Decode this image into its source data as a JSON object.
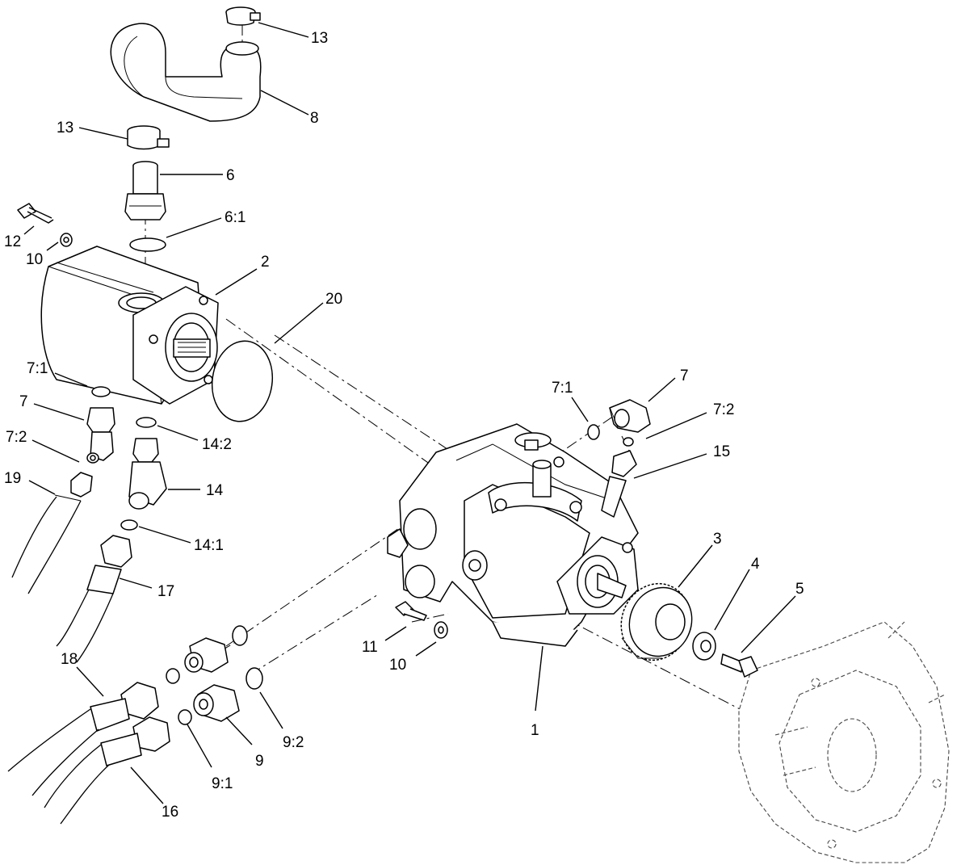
{
  "callouts": {
    "c13_top": "13",
    "c8": "8",
    "c13": "13",
    "c6": "6",
    "c6_1": "6:1",
    "c12": "12",
    "c10_left": "10",
    "c2": "2",
    "c20": "20",
    "c7_1_left": "7:1",
    "c7_left": "7",
    "c7_2_left": "7:2",
    "c19": "19",
    "c14_2": "14:2",
    "c14": "14",
    "c14_1": "14:1",
    "c17": "17",
    "c7_1_right": "7:1",
    "c7_right": "7",
    "c7_2_right": "7:2",
    "c15": "15",
    "c3": "3",
    "c4": "4",
    "c5": "5",
    "c11": "11",
    "c10_mid": "10",
    "c1": "1",
    "c18": "18",
    "c9_2": "9:2",
    "c9": "9",
    "c9_1": "9:1",
    "c16": "16"
  }
}
